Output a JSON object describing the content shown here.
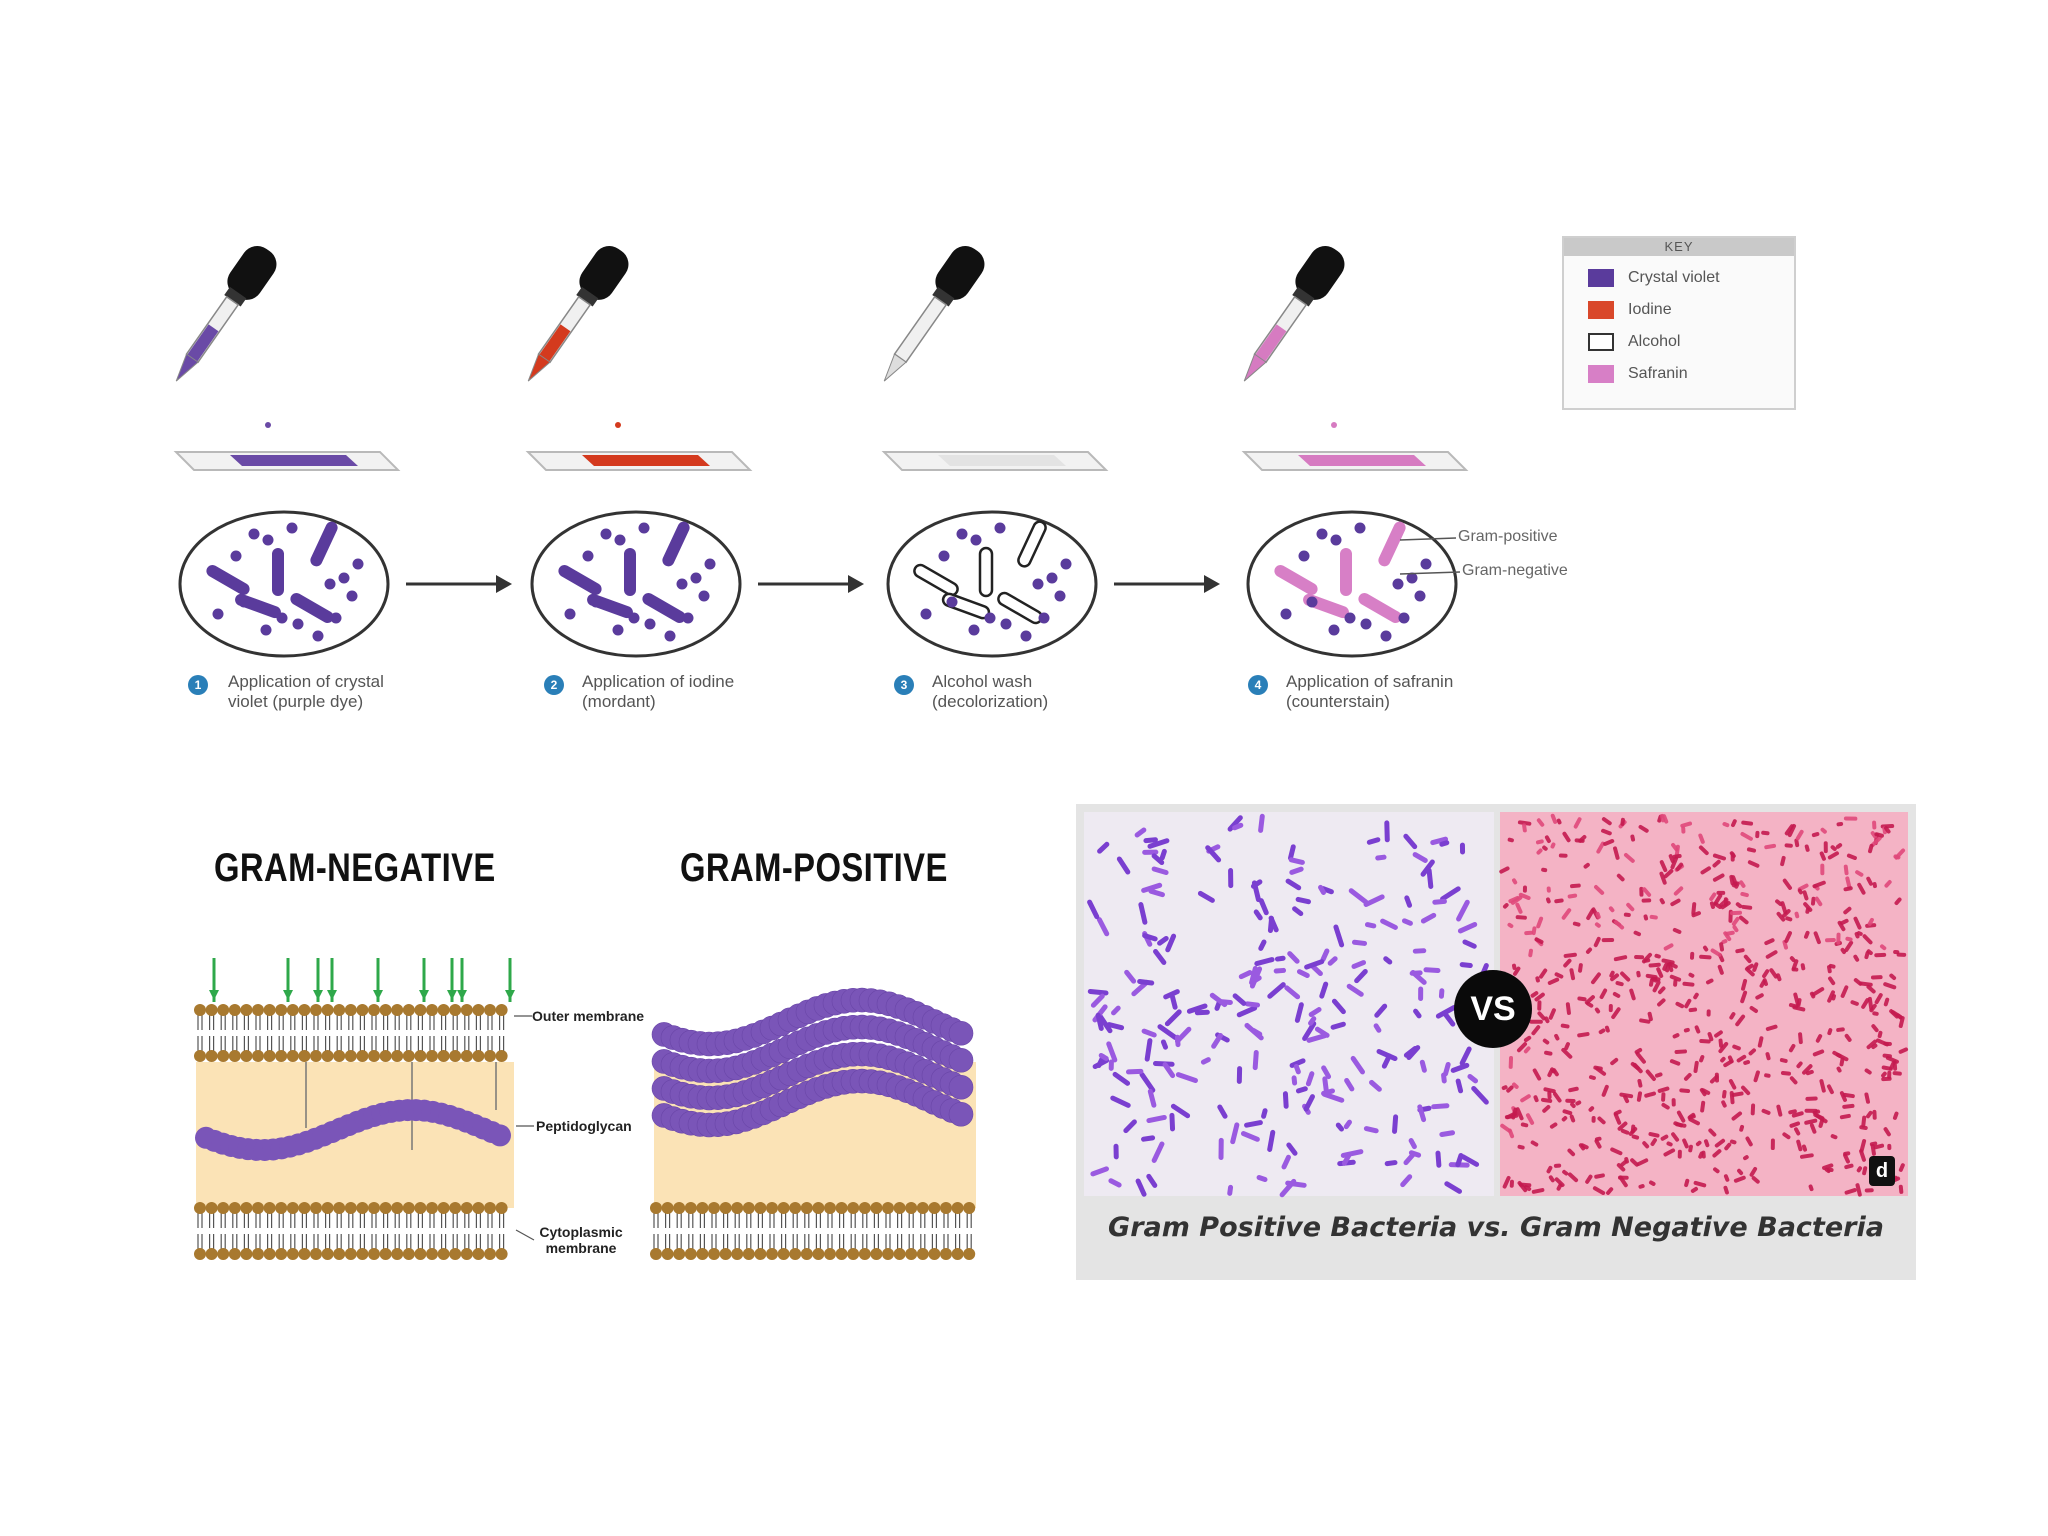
{
  "procedure": {
    "steps": [
      {
        "number": "1",
        "text": "Application of crystal violet (purple dye)",
        "color": "#6a4aa6"
      },
      {
        "number": "2",
        "text": "Application of iodine (mordant)",
        "color": "#d43a1e"
      },
      {
        "number": "3",
        "text": "Alcohol wash (decolorization)",
        "color": "#d8d8d8"
      },
      {
        "number": "4",
        "text": "Application of safranin (counterstain)",
        "color": "#d67bc1"
      }
    ],
    "key": {
      "title": "KEY",
      "items": [
        {
          "label": "Crystal violet",
          "color": "#5a3b9c"
        },
        {
          "label": "Iodine",
          "color": "#d9482b"
        },
        {
          "label": "Alcohol",
          "color": "#ffffff"
        },
        {
          "label": "Safranin",
          "color": "#d77fc6"
        }
      ]
    },
    "result_labels": {
      "positive": "Gram-positive",
      "negative": "Gram-negative"
    }
  },
  "cell_wall": {
    "negative_title": "GRAM-NEGATIVE",
    "positive_title": "GRAM-POSITIVE",
    "labels": {
      "outer_membrane": "Outer membrane",
      "peptidoglycan": "Peptidoglycan",
      "cytoplasmic_membrane": "Cytoplasmic membrane"
    },
    "colors": {
      "peptidoglycan": "#7a55b8",
      "periplasm": "#fbe3b6",
      "lipid_head": "#a8792f",
      "lps": "#2fa84a"
    }
  },
  "micrographs": {
    "vs_label": "VS",
    "logo": "d",
    "caption": "Gram Positive Bacteria vs. Gram Negative Bacteria",
    "positive_background": "#eeeaf2",
    "negative_background": "#f4b3c5"
  }
}
